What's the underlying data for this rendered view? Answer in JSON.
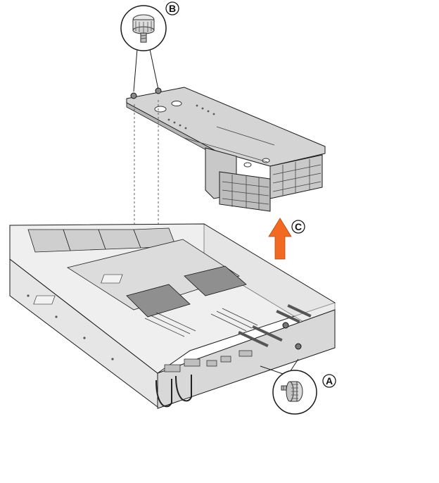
{
  "callouts": {
    "a": "A",
    "b": "B",
    "c": "C"
  },
  "colors": {
    "arrow": "#f26a21",
    "line": "#1a1a1a",
    "bracket_fill": "#cfcfcf",
    "bracket_dark": "#a9a9a9",
    "chassis_fill": "#ececec",
    "board_fill": "#dadada",
    "heatsink": "#8a8a8a"
  },
  "icons": [
    "thumbscrew-icon",
    "up-arrow-icon"
  ]
}
